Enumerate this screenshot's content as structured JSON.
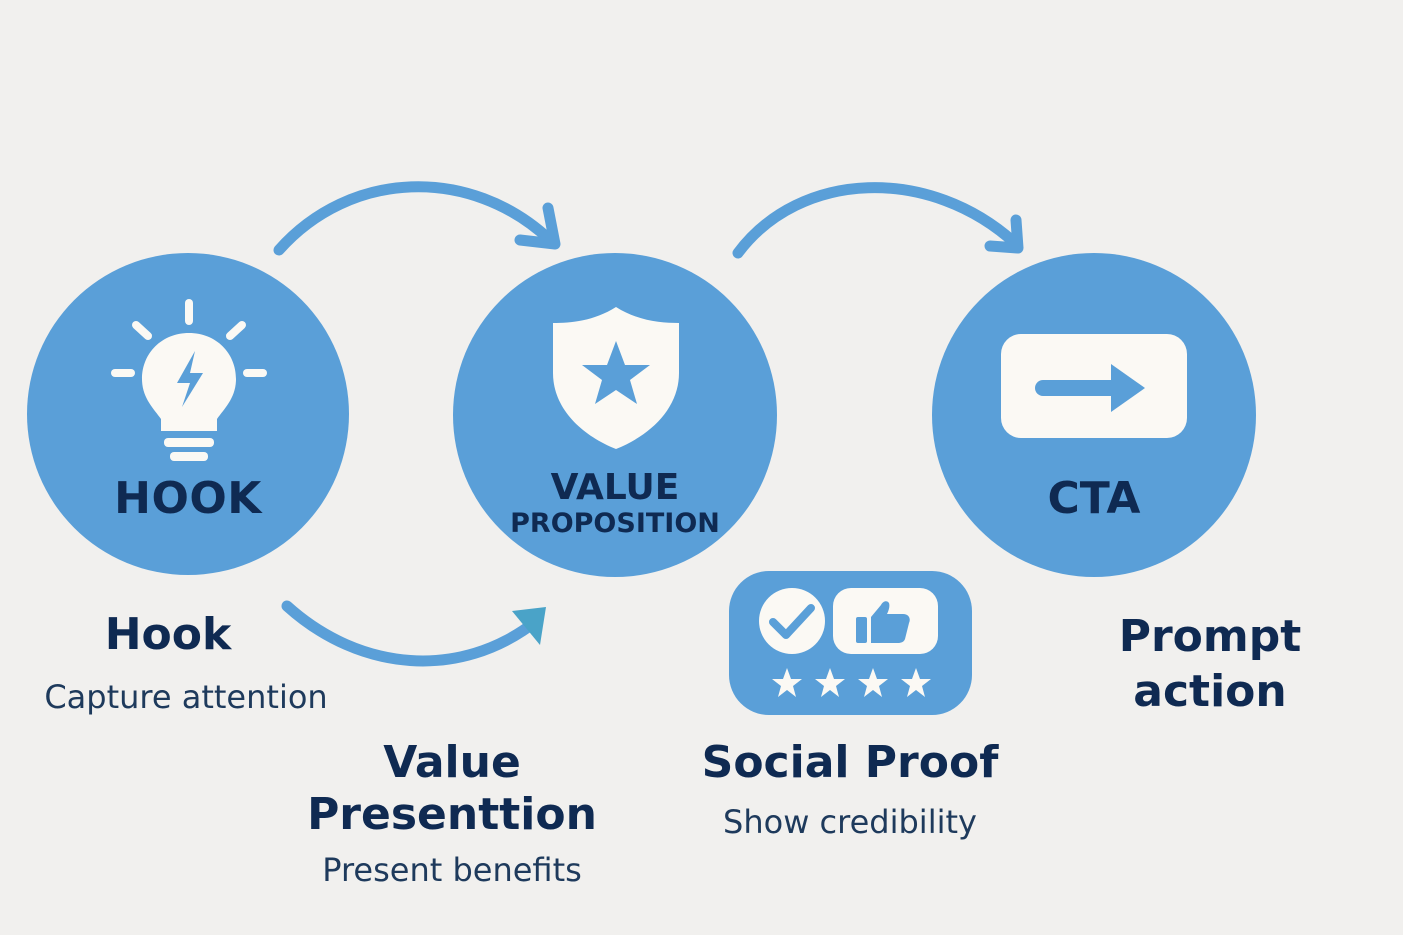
{
  "colors": {
    "background": "#f1f0ee",
    "circle_fill": "#5a9fd8",
    "arrow": "#5a9fd8",
    "text_dark": "#0f2a52",
    "icon_fill": "#fbf9f4"
  },
  "stages": [
    {
      "circle_label": "HOOK",
      "icon": "lightbulb-lightning-icon"
    },
    {
      "circle_label_line1": "VALUE",
      "circle_label_line2": "PROPOSITION",
      "icon": "shield-star-icon"
    },
    {
      "circle_label": "CTA",
      "icon": "arrow-right-button-icon"
    }
  ],
  "social_proof_card": {
    "icons": [
      "check-circle-icon",
      "thumbs-up-icon",
      "star-icon",
      "star-icon",
      "star-icon",
      "star-icon"
    ]
  },
  "steps": {
    "hook": {
      "title": "Hook",
      "description": "Capture attention"
    },
    "value": {
      "title_line1": "Value",
      "title_line2": "Presenttion",
      "description": "Present benefits"
    },
    "social": {
      "title": "Social Proof",
      "description": "Show credibility"
    },
    "prompt": {
      "title_line1": "Prompt",
      "title_line2": "action"
    }
  }
}
